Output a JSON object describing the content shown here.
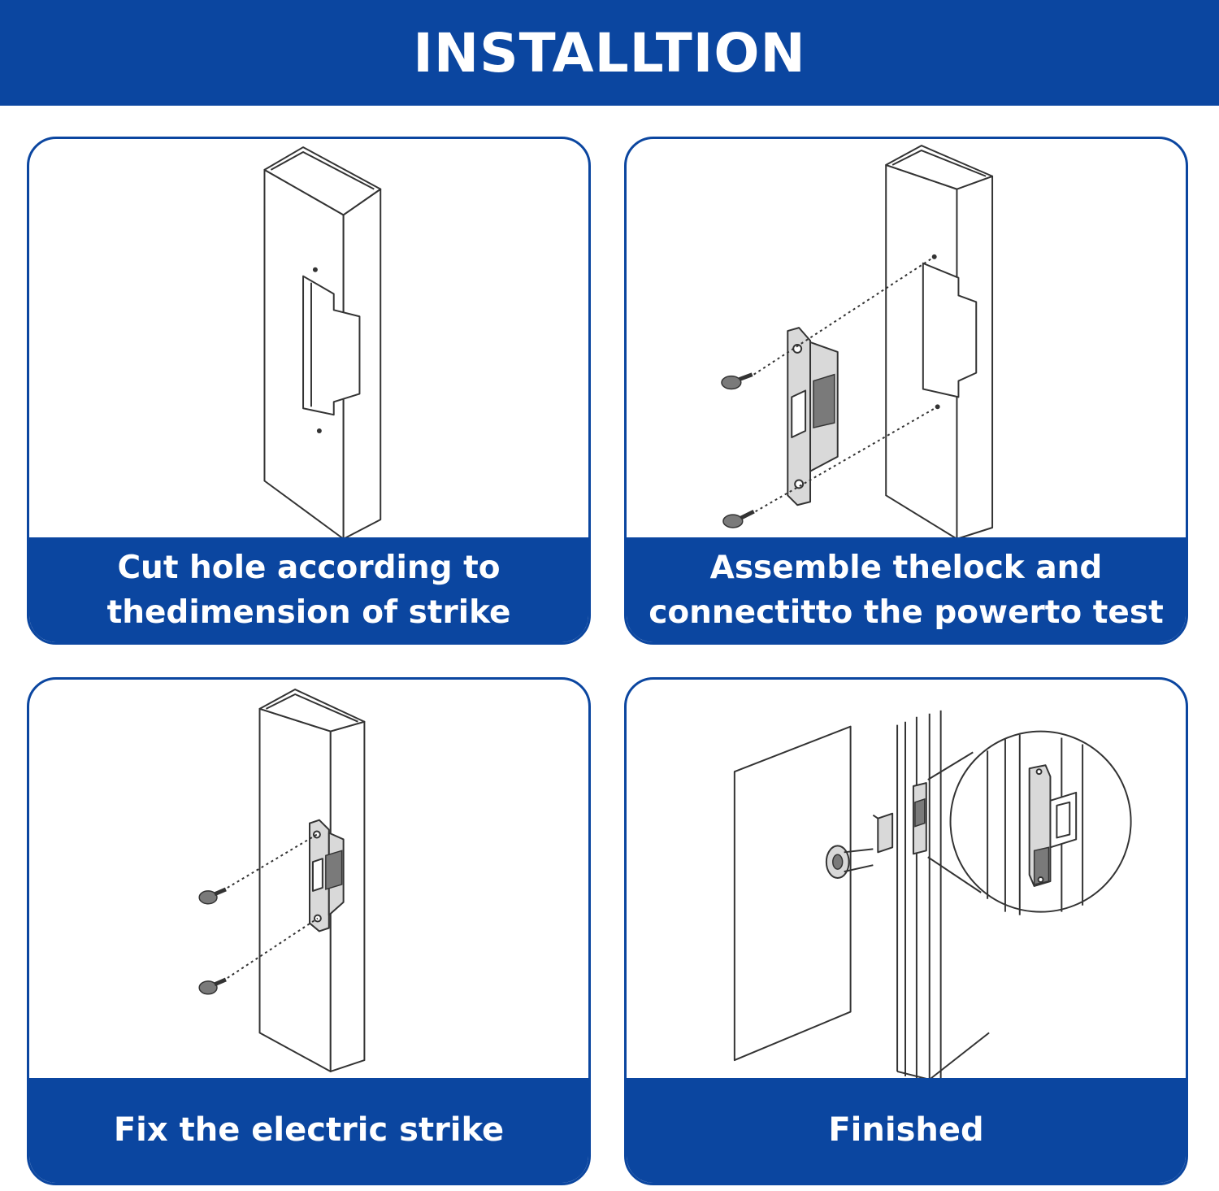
{
  "header": {
    "title": "INSTALLTION"
  },
  "colors": {
    "brand_blue": "#0b46a0",
    "background": "#ffffff"
  },
  "steps": [
    {
      "caption_line1": "Cut hole according to",
      "caption_line2": "thedimension of strike",
      "illustration": "door-frame-cutout-icon"
    },
    {
      "caption_line1": "Assemble thelock and",
      "caption_line2": "connectitto the powerto test",
      "illustration": "strike-assembly-icon"
    },
    {
      "caption_line1": "Fix the electric strike",
      "illustration": "strike-fixing-icon"
    },
    {
      "caption_line1": "Finished",
      "illustration": "finished-door-icon"
    }
  ]
}
